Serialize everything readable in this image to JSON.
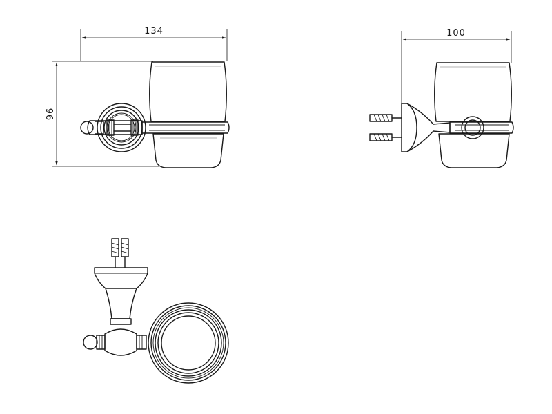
{
  "dimensions": {
    "front_width": "134",
    "front_height": "96",
    "side_width": "100"
  }
}
